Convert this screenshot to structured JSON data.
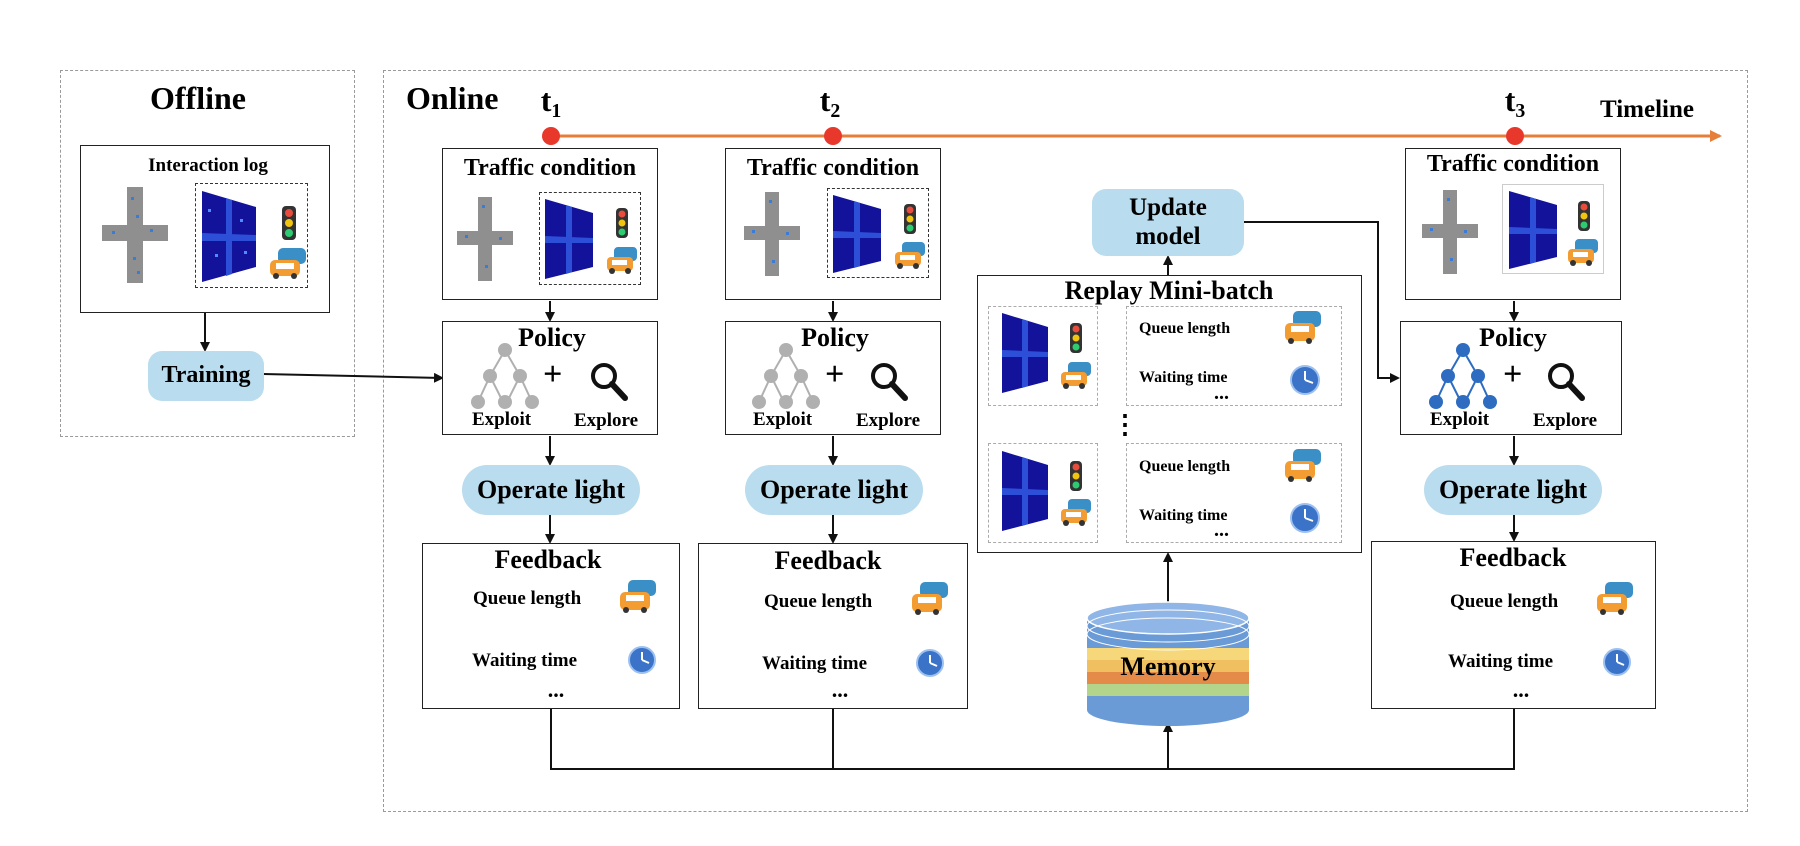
{
  "offline": {
    "title": "Offline",
    "log_title": "Interaction log",
    "training_label": "Training"
  },
  "online": {
    "title": "Online",
    "timeline_label": "Timeline",
    "timepoints": [
      {
        "base": "t",
        "sub": "1"
      },
      {
        "base": "t",
        "sub": "2"
      },
      {
        "base": "t",
        "sub": "3"
      }
    ]
  },
  "stage": {
    "traffic_title": "Traffic condition",
    "policy_title": "Policy",
    "plus": "+",
    "exploit": "Exploit",
    "explore": "Explore",
    "operate": "Operate light",
    "feedback_title": "Feedback",
    "queue": "Queue length",
    "waiting": "Waiting time",
    "ellipsis": "..."
  },
  "center": {
    "update_line1": "Update",
    "update_line2": "model",
    "replay_title": "Replay Mini-batch",
    "vdots": "⋮",
    "memory": "Memory"
  },
  "colors": {
    "timeline": "#e67e3a",
    "time_dot": "#e8382b",
    "pill": "#b9dcee",
    "policy_tree_grey": "#b0b0b0",
    "policy_tree_blue": "#2d6cc0",
    "memory_blue": "#6b9bd6",
    "memory_yellow": "#f6d77a",
    "memory_orange": "#e48b4a",
    "memory_green": "#b3d48b"
  }
}
